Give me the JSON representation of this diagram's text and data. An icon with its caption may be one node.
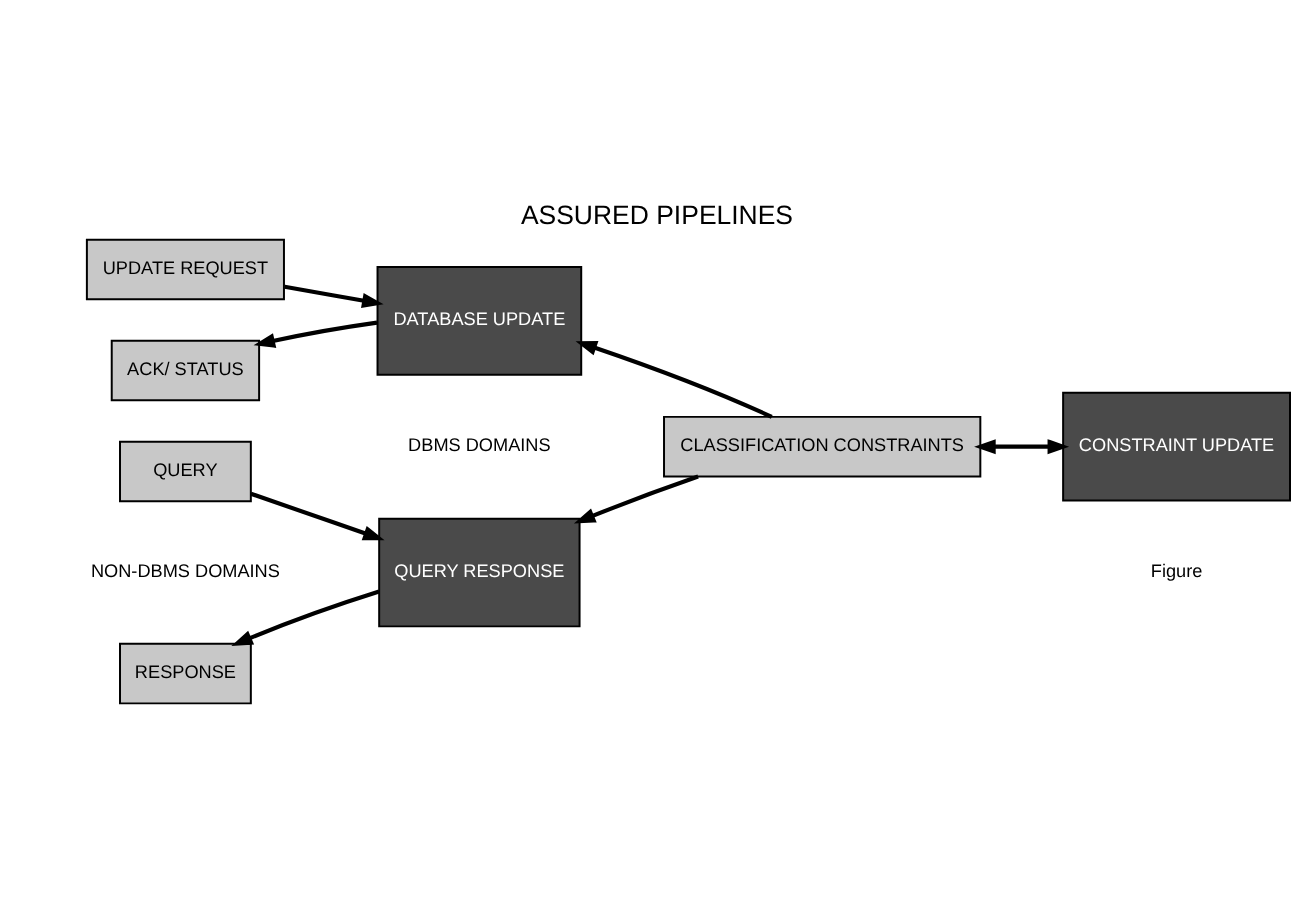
{
  "diagram": {
    "title": "ASSURED PIPELINES",
    "nodes": [
      {
        "text": [
          "QUERY"
        ]
      },
      {
        "text": [
          "RESPONSE"
        ]
      },
      {
        "text": [
          "QUERY RESPONSE"
        ]
      },
      {
        "text": [
          "CLASSIFICATION CONSTRAINTS"
        ]
      },
      {
        "text": [
          "CONSTRAINT UPDATE"
        ]
      },
      {
        "text": [
          "UPDATE REQUEST"
        ]
      },
      {
        "text": [
          "ACK/ STATUS"
        ]
      },
      {
        "text": [
          "DATABASE UPDATE"
        ]
      }
    ],
    "edges": [
      {
        "from": 0,
        "to": 2,
        "arrow": "to"
      },
      {
        "from": 2,
        "to": 1,
        "arrow": "to"
      },
      {
        "from": 3,
        "to": 2,
        "arrow": "to"
      },
      {
        "from": 3,
        "to": 7,
        "arrow": "to"
      },
      {
        "from": 3,
        "to": 4,
        "arrow": "both"
      },
      {
        "from": 5,
        "to": 7,
        "arrow": "to"
      },
      {
        "from": 7,
        "to": 6,
        "arrow": "to"
      }
    ],
    "labels": [
      "NON-DBMS DOMAINS",
      "DBMS DOMAINS",
      "Figure"
    ]
  }
}
